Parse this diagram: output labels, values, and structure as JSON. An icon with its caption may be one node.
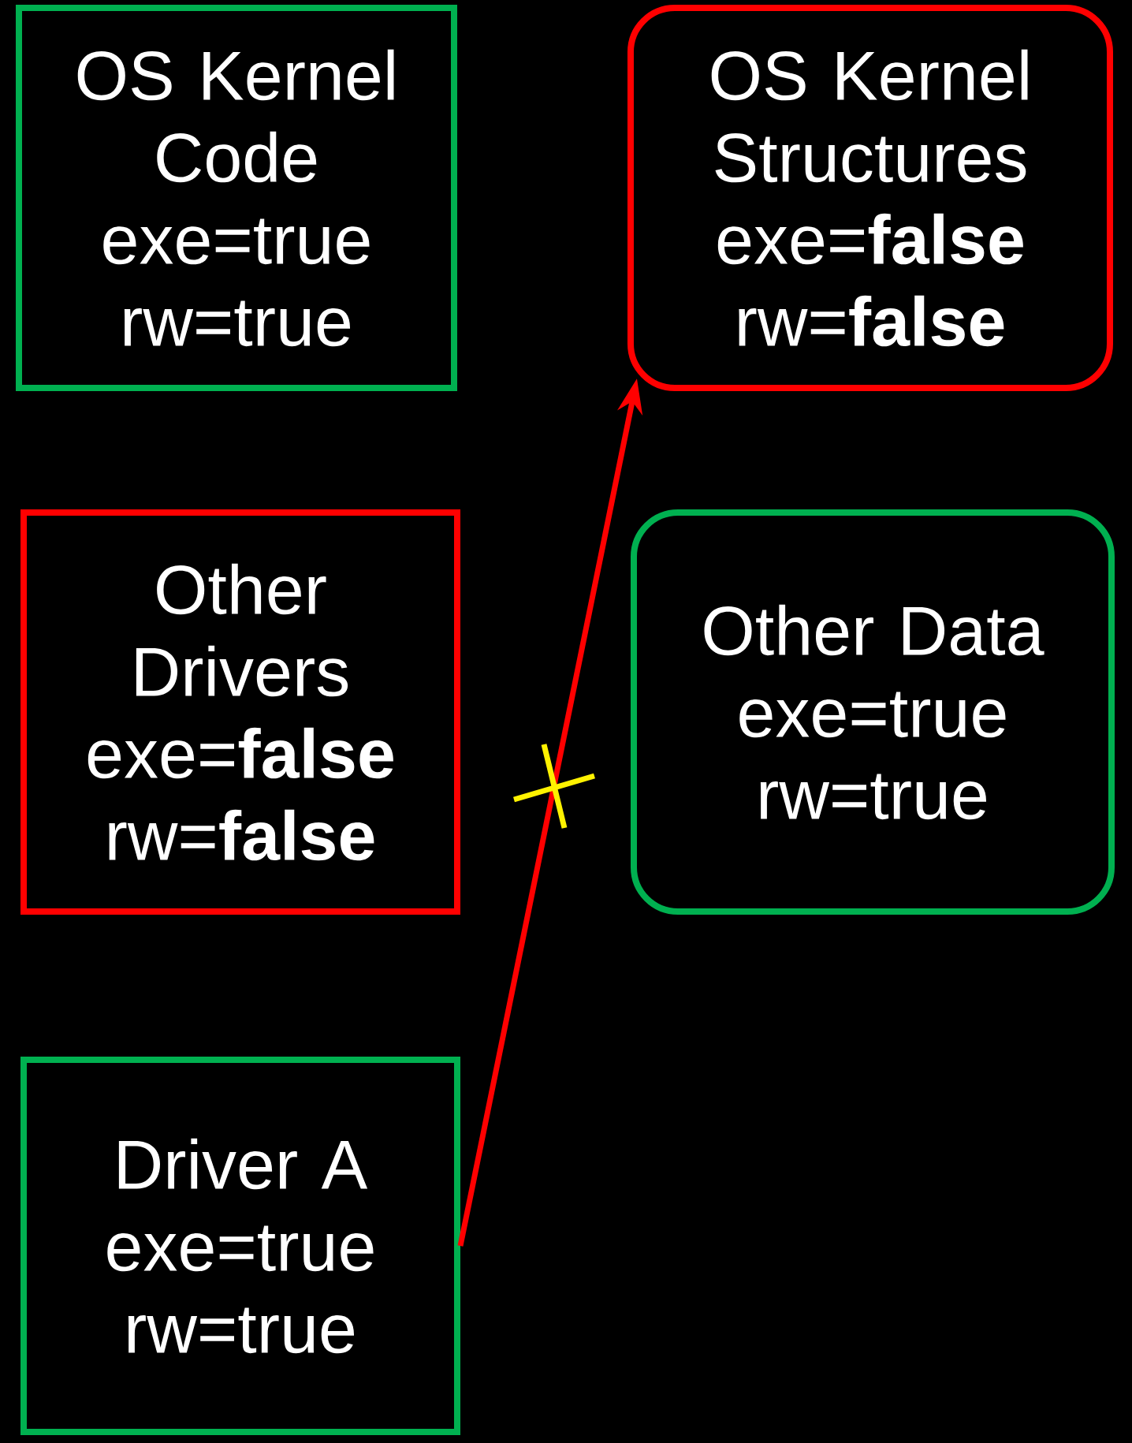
{
  "diagram": {
    "nodes": [
      {
        "text": [
          "OS Kernel Code",
          "exe=true",
          "rw=true"
        ]
      },
      {
        "text": [
          "OS Kernel Structures",
          "exe=**false**",
          "rw=**false**"
        ]
      },
      {
        "text": [
          "Other Drivers",
          "exe=**false**",
          "rw=**false**"
        ]
      },
      {
        "text": [
          "Other Data",
          "exe=true",
          "rw=true"
        ]
      },
      {
        "text": [
          "Driver A",
          "exe=true",
          "rw=true"
        ]
      }
    ],
    "edges": [
      {
        "from": 4,
        "to": 1,
        "arrow": "to",
        "color": "#ff0000"
      }
    ]
  }
}
